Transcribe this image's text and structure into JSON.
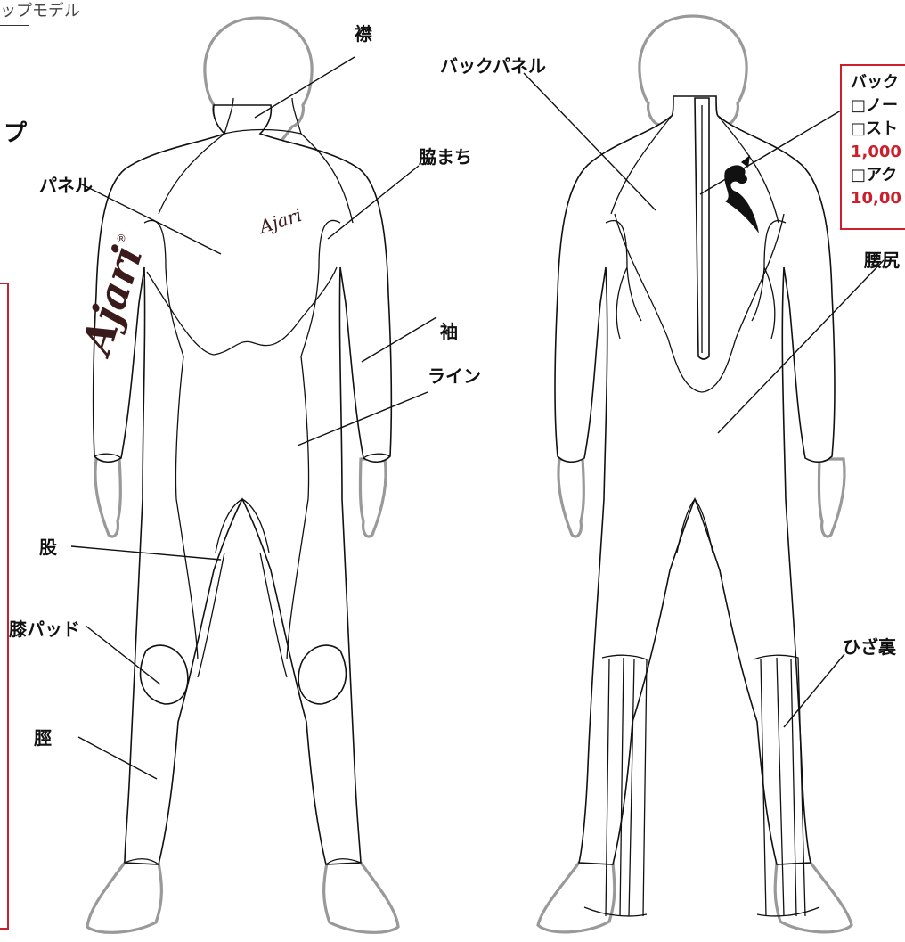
{
  "title": "ップモデル",
  "frame_left": {
    "glyph": "プ"
  },
  "brand": {
    "front_logo": "Ajari",
    "sleeve_logo": "Ajari",
    "registered": "®"
  },
  "labels": {
    "eri": "襟",
    "panel": "パネル",
    "wakimachi": "脇まち",
    "sode": "袖",
    "line": "ライン",
    "mata": "股",
    "hiza_pad": "膝パッド",
    "sune": "脛",
    "back_panel": "バックパネル",
    "koshi": "腰尻",
    "hiza_ura": "ひざ裏"
  },
  "back_note": {
    "title": "バック",
    "opt1": "□ノー",
    "opt2": "□スト",
    "price1": "1,000",
    "opt3": "□アク",
    "price2": "10,00"
  },
  "colors": {
    "accent": "#cc1f2e",
    "skin_outline": "#999999",
    "line": "#111111"
  }
}
